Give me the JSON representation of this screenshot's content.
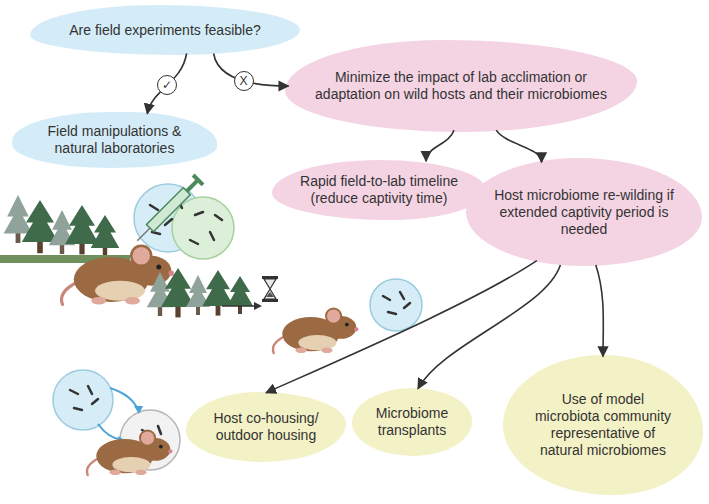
{
  "diagram": {
    "nodes": [
      {
        "text": [
          "Are field experiments feasible?"
        ]
      },
      {
        "text": [
          "Field manipulations & natural laboratories"
        ]
      },
      {
        "text": [
          "Minimize the impact of lab acclimation or adaptation on wild hosts and their microbiomes"
        ]
      },
      {
        "text": [
          "Rapid field-to-lab timeline (reduce captivity time)"
        ]
      },
      {
        "text": [
          "Host microbiome re-wilding if extended captivity period is needed"
        ]
      },
      {
        "text": [
          "Host co-housing/ outdoor housing"
        ]
      },
      {
        "text": [
          "Microbiome transplants"
        ]
      },
      {
        "text": [
          "Use of model microbiota community representative of natural microbiomes"
        ]
      }
    ],
    "edges": [
      {
        "from": 0,
        "to": 1,
        "arrow": "to",
        "label": "✓"
      },
      {
        "from": 0,
        "to": 2,
        "arrow": "to",
        "label": "X"
      },
      {
        "from": 2,
        "to": 3,
        "arrow": "to"
      },
      {
        "from": 2,
        "to": 4,
        "arrow": "to"
      },
      {
        "from": 4,
        "to": 5,
        "arrow": "to"
      },
      {
        "from": 4,
        "to": 6,
        "arrow": "to"
      },
      {
        "from": 4,
        "to": 7,
        "arrow": "to"
      }
    ]
  }
}
